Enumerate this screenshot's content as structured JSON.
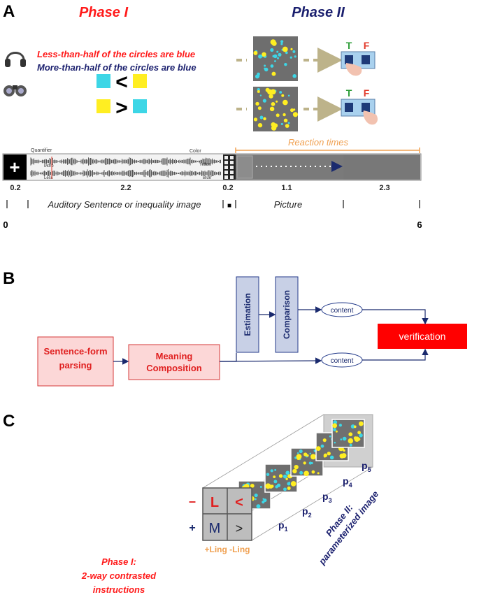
{
  "panel_a": {
    "letter": "A",
    "phase1_title": "Phase I",
    "phase2_title": "Phase II",
    "sentence_red": "Less-than-half of the circles are blue",
    "sentence_blue": "More-than-half of the circles are blue",
    "less_than_symbol": "<",
    "greater_than_symbol": ">",
    "true_label": "T",
    "false_label": "F",
    "reaction_times_label": "Reaction times",
    "wave_quantifier": "Quantifier",
    "wave_more": "More",
    "wave_less": "Less",
    "wave_color": "Color",
    "wave_yellow": "Yellow",
    "wave_blue": "Blue",
    "fixation_symbol": "+",
    "durations": [
      "0.2",
      "2.2",
      "0.2",
      "1.1",
      "2.3"
    ],
    "segment_auditory": "Auditory Sentence or inequality image",
    "segment_mask": "■",
    "segment_picture": "Picture",
    "time_start": "0",
    "time_end": "6",
    "icons": [
      "headphones-icon",
      "binoculars-icon",
      "hand-pressing-button-icon"
    ],
    "colors": {
      "red": "#ff1a1a",
      "navy": "#1a1f6e",
      "orange": "#f0a050",
      "cyan": "#3dd6e6",
      "yellow": "#ffee22",
      "gray": "#767676"
    }
  },
  "panel_b": {
    "letter": "B",
    "sentence_form": "Sentence-form parsing",
    "meaning": "Meaning Composition",
    "estimation": "Estimation",
    "comparison": "Comparison",
    "content_top": "content",
    "content_bottom": "content",
    "verification": "verification",
    "colors": {
      "pink_fill": "#fcd7d7",
      "pink_border": "#d43a3a",
      "blue_fill": "#c8d0e6",
      "blue_border": "#233a8a",
      "red_box": "#ff0000"
    }
  },
  "panel_c": {
    "letter": "C",
    "minus": "–",
    "plus": "+",
    "grid_L": "L",
    "grid_lt": "<",
    "grid_M": "M",
    "grid_gt": ">",
    "ling_labels": "+Ling -Ling",
    "p_labels": [
      "p1",
      "p2",
      "p3",
      "p4",
      "p5"
    ],
    "phase2_line1": "Phase II:",
    "phase2_line2": "parameterized image",
    "phase1_line1": "Phase I:",
    "phase1_line2": "2-way contrasted",
    "phase1_line3": "instructions"
  }
}
